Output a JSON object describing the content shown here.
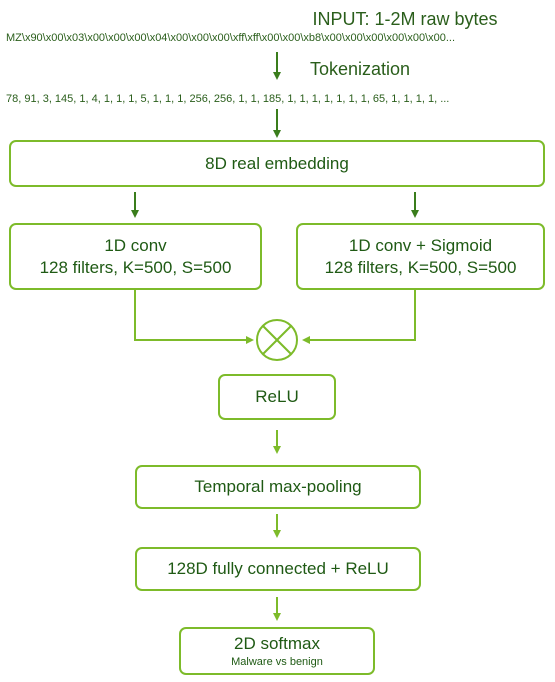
{
  "input": {
    "title": "INPUT: 1-2M raw bytes",
    "bytes": "MZ\\x90\\x00\\x03\\x00\\x00\\x00\\x04\\x00\\x00\\x00\\xff\\xff\\x00\\x00\\xb8\\x00\\x00\\x00\\x00\\x00\\x00..."
  },
  "tokenization": {
    "label": "Tokenization",
    "tokens": "78, 91, 3, 145, 1, 4, 1, 1, 1, 5, 1, 1, 1, 256, 256, 1, 1, 185, 1, 1, 1, 1, 1, 1, 1, 65, 1, 1, 1, 1, ..."
  },
  "embedding": {
    "label": "8D real embedding"
  },
  "conv_left": {
    "line1": "1D conv",
    "line2": "128 filters, K=500, S=500"
  },
  "conv_right": {
    "line1": "1D conv + Sigmoid",
    "line2": "128 filters, K=500, S=500"
  },
  "relu": {
    "label": "ReLU"
  },
  "pooling": {
    "label": "Temporal max-pooling"
  },
  "fc": {
    "label": "128D fully connected + ReLU"
  },
  "softmax": {
    "label": "2D softmax",
    "sublabel": "Malware vs benign"
  },
  "colors": {
    "dark_green": "#3a7d1c",
    "light_green": "#7dbb2a",
    "text": "#1f5a14"
  }
}
